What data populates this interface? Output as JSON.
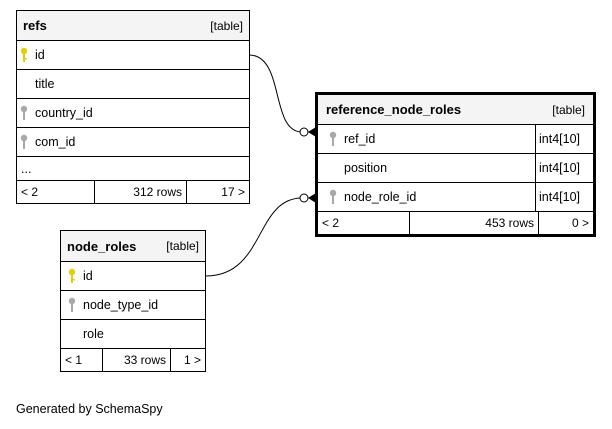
{
  "refs": {
    "name": "refs",
    "type": "[table]",
    "columns": [
      {
        "name": "id",
        "key": "primary"
      },
      {
        "name": "title",
        "key": ""
      },
      {
        "name": "country_id",
        "key": "foreign"
      },
      {
        "name": "com_id",
        "key": "foreign"
      },
      {
        "name": "...",
        "key": ""
      }
    ],
    "footer": {
      "prev": "< 2",
      "rows": "312 rows",
      "next": "17 >"
    }
  },
  "reference_node_roles": {
    "name": "reference_node_roles",
    "type": "[table]",
    "columns": [
      {
        "name": "ref_id",
        "key": "foreign",
        "dtype": "int4[10]"
      },
      {
        "name": "position",
        "key": "",
        "dtype": "int4[10]"
      },
      {
        "name": "node_role_id",
        "key": "foreign",
        "dtype": "int4[10]"
      }
    ],
    "footer": {
      "prev": "< 2",
      "rows": "453 rows",
      "next": "0 >"
    }
  },
  "node_roles": {
    "name": "node_roles",
    "type": "[table]",
    "columns": [
      {
        "name": "id",
        "key": "primary"
      },
      {
        "name": "node_type_id",
        "key": "foreign"
      },
      {
        "name": "role",
        "key": ""
      }
    ],
    "footer": {
      "prev": "< 1",
      "rows": "33 rows",
      "next": "1 >"
    }
  },
  "generated_by": "Generated by SchemaSpy",
  "colors": {
    "primary_key": "#e0d000",
    "foreign_key": "#a8a8a8",
    "header_bg": "#f4f4f4"
  }
}
